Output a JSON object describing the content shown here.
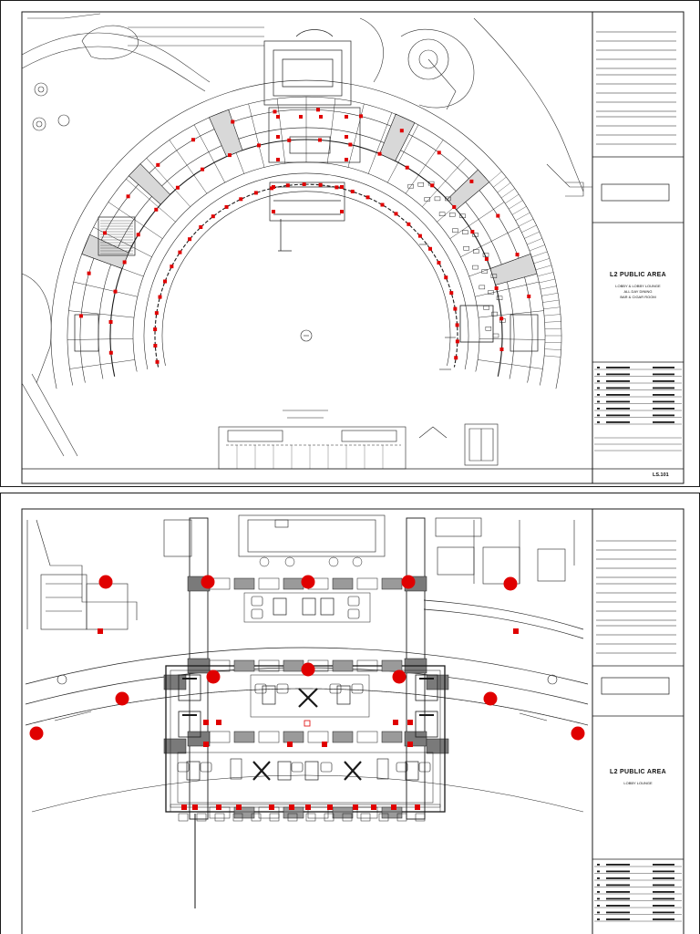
{
  "sheets": [
    {
      "title": "L2 PUBLIC AREA",
      "subtitle_lines": [
        "LOBBY & LOBBY LOUNGE",
        "ALL DAY DINING",
        "BAR & CIGAR ROOM"
      ],
      "sheet_number": "LS.101"
    },
    {
      "title": "L2 PUBLIC AREA",
      "subtitle_lines": [
        "LOBBY LOUNGE"
      ],
      "sheet_number": ""
    }
  ],
  "colors": {
    "line": "#1a1a1a",
    "wall": "#7a7a7a",
    "marker": "#e00000",
    "paper": "#ffffff"
  }
}
